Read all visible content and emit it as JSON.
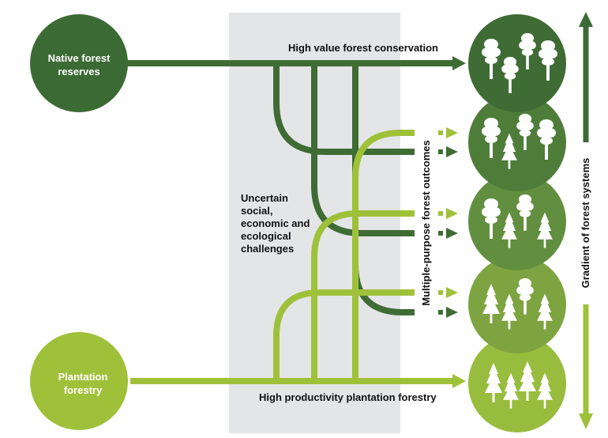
{
  "colors": {
    "dark_green": "#3c6a34",
    "dark_stream": "#3f6c35",
    "light_green": "#9fc13a",
    "panel_gray": "#e4e5e7",
    "circle_1": "#3f6b34",
    "circle_2": "#4e7d3a",
    "circle_3": "#628f3f",
    "circle_4": "#7ea442",
    "circle_5": "#98bc3d"
  },
  "left_nodes": {
    "native": {
      "line1": "Native forest",
      "line2": "reserves"
    },
    "plantation": {
      "line1": "Plantation",
      "line2": "forestry"
    }
  },
  "labels": {
    "top_outcome": "High value forest conservation",
    "bottom_outcome": "High productivity plantation forestry",
    "challenges": [
      "Uncertain",
      "social,",
      "economic and",
      "ecological",
      "challenges"
    ],
    "middle_outcomes": "Multiple-purpose forest outcomes",
    "gradient": "Gradient of forest systems"
  },
  "forest_systems": [
    {
      "icon": "mature-native-trees-icon"
    },
    {
      "icon": "mostly-native-trees-icon"
    },
    {
      "icon": "mixed-trees-icon"
    },
    {
      "icon": "mostly-plantation-trees-icon"
    },
    {
      "icon": "plantation-trees-icon"
    }
  ]
}
